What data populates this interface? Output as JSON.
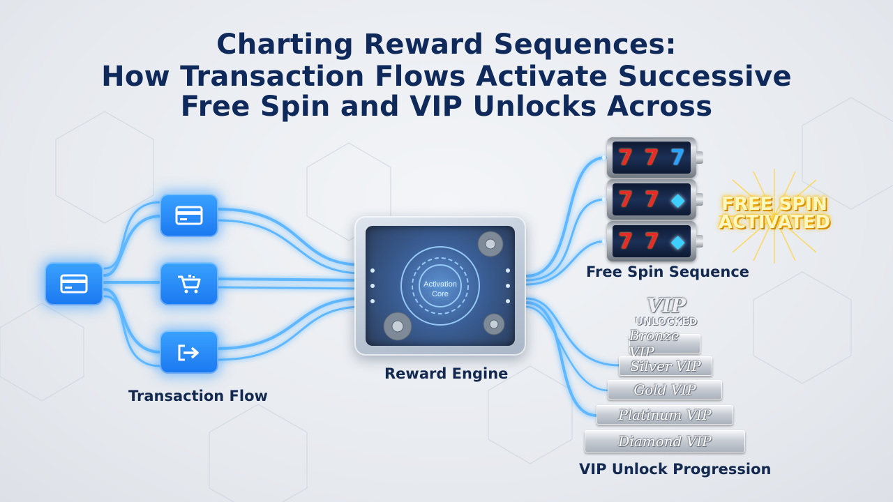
{
  "title": {
    "line1": "Charting Reward Sequences:",
    "line2": "How Transaction Flows Activate Successive",
    "line3": "Free Spin and VIP Unlocks Across"
  },
  "transaction": {
    "label": "Transaction Flow",
    "nodes": [
      {
        "icon": "credit-card-icon"
      },
      {
        "icon": "credit-card-icon"
      },
      {
        "icon": "shopping-cart-icon"
      },
      {
        "icon": "export-arrow-icon"
      }
    ]
  },
  "engine": {
    "label": "Reward Engine",
    "core_line1": "Activation",
    "core_line2": "Core"
  },
  "free_spin": {
    "label": "Free Spin Sequence",
    "badge_line1": "FREE SPIN",
    "badge_line2": "ACTIVATED",
    "reels": [
      {
        "symbols": [
          "7",
          "7",
          "7"
        ]
      },
      {
        "symbols": [
          "7",
          "7",
          "gem"
        ]
      },
      {
        "symbols": [
          "7",
          "7",
          "gem"
        ]
      }
    ]
  },
  "vip": {
    "label": "VIP Unlock Progression",
    "badge_word": "VIP",
    "badge_sub": "UNLOCKED",
    "tiers": [
      "Bronze VIP",
      "Silver VIP",
      "Gold VIP",
      "Platinum VIP",
      "Diamond VIP"
    ]
  },
  "colors": {
    "title": "#0f2a5a",
    "flow_blue": "#1b78f0",
    "glow_blue": "#6cc4ff",
    "badge_gold": "#ffc400"
  }
}
